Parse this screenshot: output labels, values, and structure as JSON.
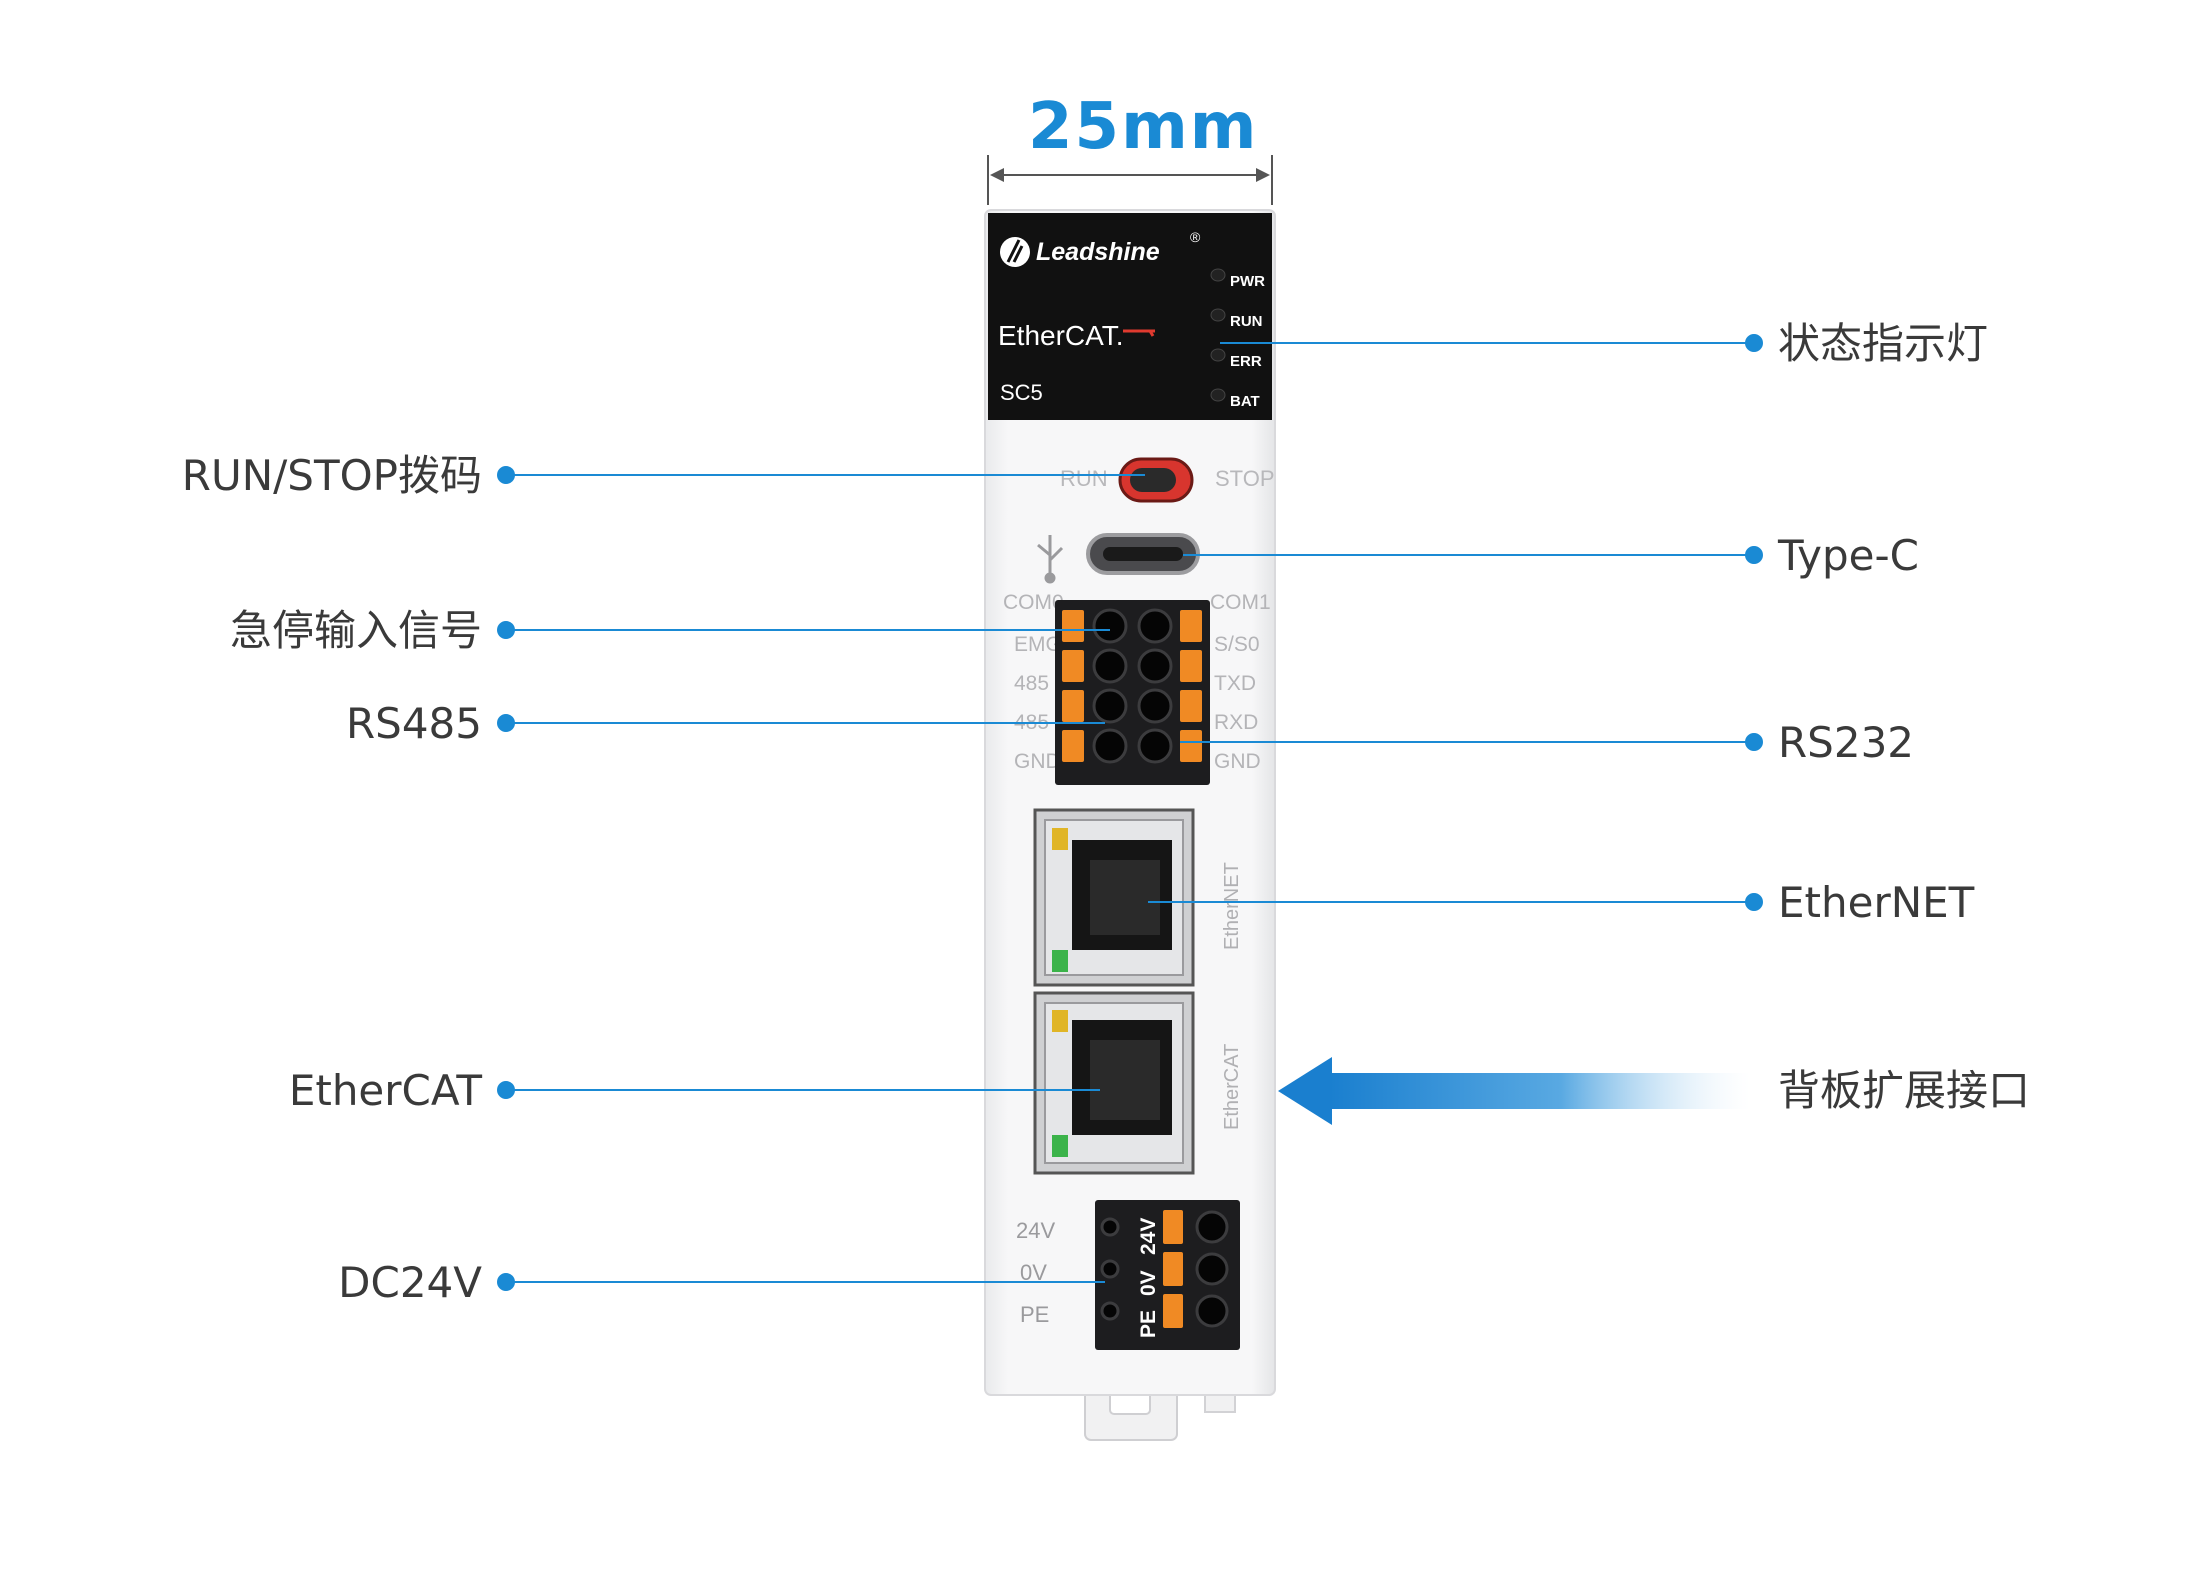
{
  "dimension": {
    "label": "25mm"
  },
  "device": {
    "brand": "Leadshine",
    "registered_mark": "®",
    "protocol_logo": "EtherCAT.",
    "model": "SC5",
    "leds": [
      "PWR",
      "RUN",
      "ERR",
      "BAT"
    ],
    "switch_labels": {
      "left": "RUN",
      "right": "STOP"
    },
    "usb_symbol": "usb-icon",
    "com_headers": {
      "left": "COM0",
      "right": "COM1"
    },
    "terminal_left_labels": [
      "EMG",
      "485",
      "485",
      "GND"
    ],
    "terminal_right_labels": [
      "S/S0",
      "TXD",
      "RXD",
      "GND"
    ],
    "port_labels": [
      "EtherNET",
      "EtherCAT"
    ],
    "power_labels": [
      "24V",
      "0V",
      "PE"
    ],
    "power_plug_labels": [
      "24V",
      "0V",
      "PE"
    ]
  },
  "callouts": {
    "left": [
      "RUN/STOP拨码",
      "急停输入信号",
      "RS485",
      "EtherCAT",
      "DC24V"
    ],
    "right": [
      "状态指示灯",
      "Type-C",
      "RS232",
      "EtherNET",
      "背板扩展接口"
    ]
  },
  "colors": {
    "accent": "#1a8ad4",
    "terminal_orange": "#f08a24",
    "panel_dark": "#111111",
    "switch_red": "#d8352e"
  }
}
